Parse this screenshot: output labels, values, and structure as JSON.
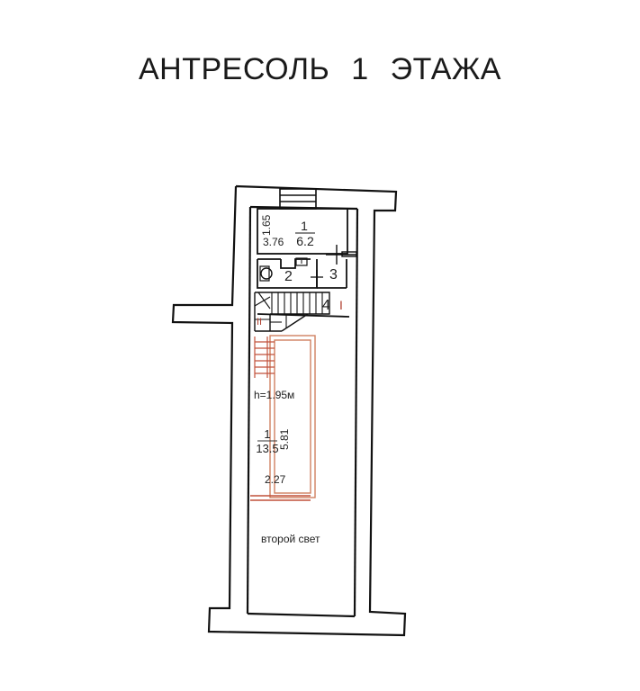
{
  "title": "АНТРЕСОЛЬ 1 ЭТАЖА",
  "rooms": [
    {
      "id": "room-1-top",
      "number": "1",
      "area": "6.2",
      "width": "3.76",
      "depth": "1.65"
    },
    {
      "id": "room-2",
      "number": "2"
    },
    {
      "id": "room-3",
      "number": "3"
    },
    {
      "id": "room-4",
      "number": "4"
    },
    {
      "id": "room-1-mezzanine",
      "number": "1",
      "area": "13.5",
      "width": "2.27",
      "length": "5.81",
      "height": "h=1.95м"
    }
  ],
  "markers": {
    "roman_one": "I",
    "roman_two": "II"
  },
  "void_label": "второй свет",
  "colors": {
    "walls": "#111111",
    "mezzanine": "#c0503a",
    "background": "#ffffff"
  }
}
